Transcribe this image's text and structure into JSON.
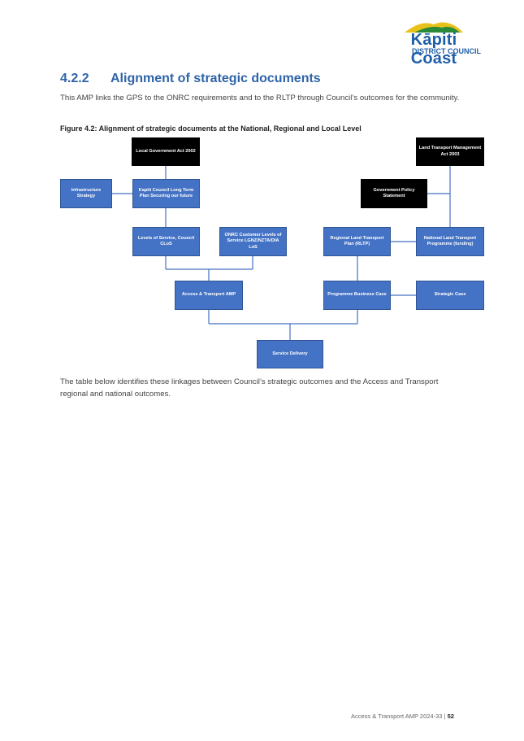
{
  "logo": {
    "name": "Kāpiti Coast",
    "subtitle": "DISTRICT COUNCIL",
    "icon": "hills-emblem-icon",
    "colors": {
      "brand": "#1f5fa8",
      "hill": "#e8c21a"
    }
  },
  "section": {
    "number": "4.2.2",
    "title": "Alignment of strategic documents"
  },
  "intro": "This AMP links the GPS to the ONRC requirements and to the RLTP through Council’s outcomes for the community.",
  "figure": {
    "caption": "Figure 4.2:  Alignment of strategic documents at the National, Regional and Local Level",
    "boxes": {
      "lga": "Local Government Act 2002",
      "ltma": "Land Transport Management Act 2003",
      "infra": "Infrastructure Strategy",
      "ltp": "Kapiti Council Long Term Plan Securing our future",
      "gps": "Government Policy Statement",
      "clos": "Levels of Service, Council CLoS",
      "onrc": "ONRC Customer Levels of Service LGNZ/NZTA/DIA LoS",
      "rltp": "Regional Land Transport Plan (RLTP)",
      "nltp": "National Land Transport Programme (funding)",
      "amp": "Access & Transport AMP",
      "pbc": "Programme Business Case",
      "strategic": "Strategic Case",
      "delivery": "Service Delivery"
    },
    "colors": {
      "box": "#4472c4",
      "header_box": "#000000",
      "line": "#4472c4"
    }
  },
  "outro": "The table below identifies these linkages between Council’s strategic outcomes and the Access and Transport regional and national outcomes.",
  "footer": {
    "doc": "Access & Transport AMP 2024-33",
    "separator": "|",
    "page": "52"
  }
}
